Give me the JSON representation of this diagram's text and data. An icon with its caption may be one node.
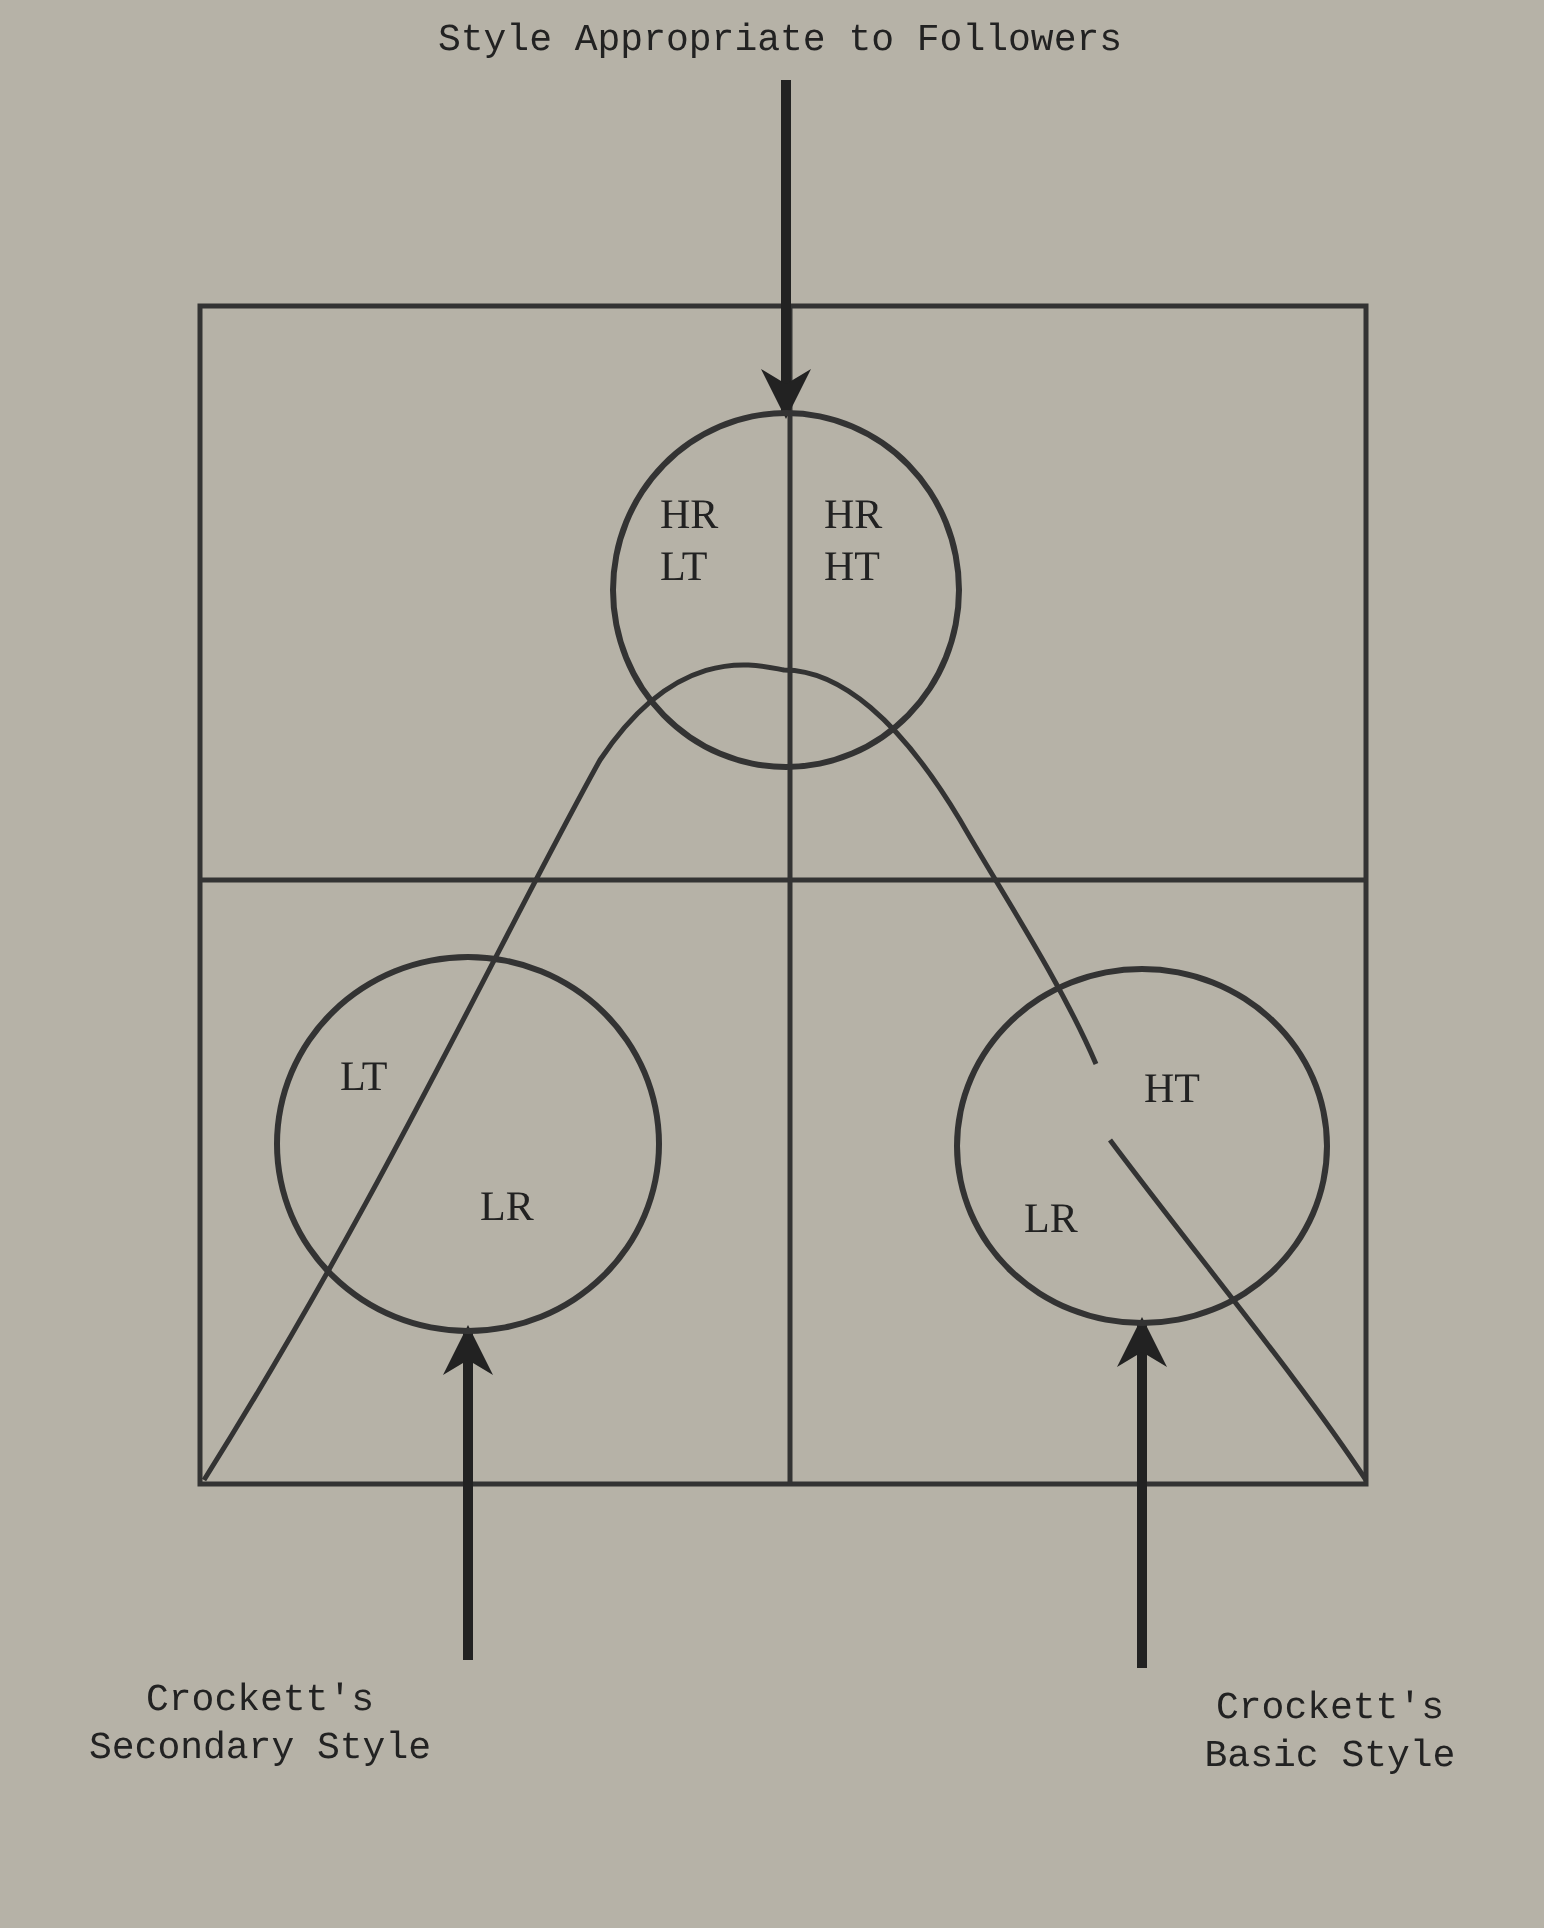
{
  "diagram": {
    "nodes": [
      {
        "text": [
          "Style Appropriate to Followers"
        ]
      },
      {
        "text": [
          "HR LT",
          "HR HT"
        ]
      },
      {
        "text": [
          "LT",
          "LR"
        ]
      },
      {
        "text": [
          "HT",
          "LR"
        ]
      },
      {
        "text": [
          "Crockett's Secondary Style"
        ]
      },
      {
        "text": [
          "Crockett's Basic Style"
        ]
      }
    ],
    "edges": [
      {
        "from": 0,
        "to": 1,
        "arrow": "to"
      },
      {
        "from": 4,
        "to": 2,
        "arrow": "to"
      },
      {
        "from": 5,
        "to": 3,
        "arrow": "to"
      }
    ]
  }
}
